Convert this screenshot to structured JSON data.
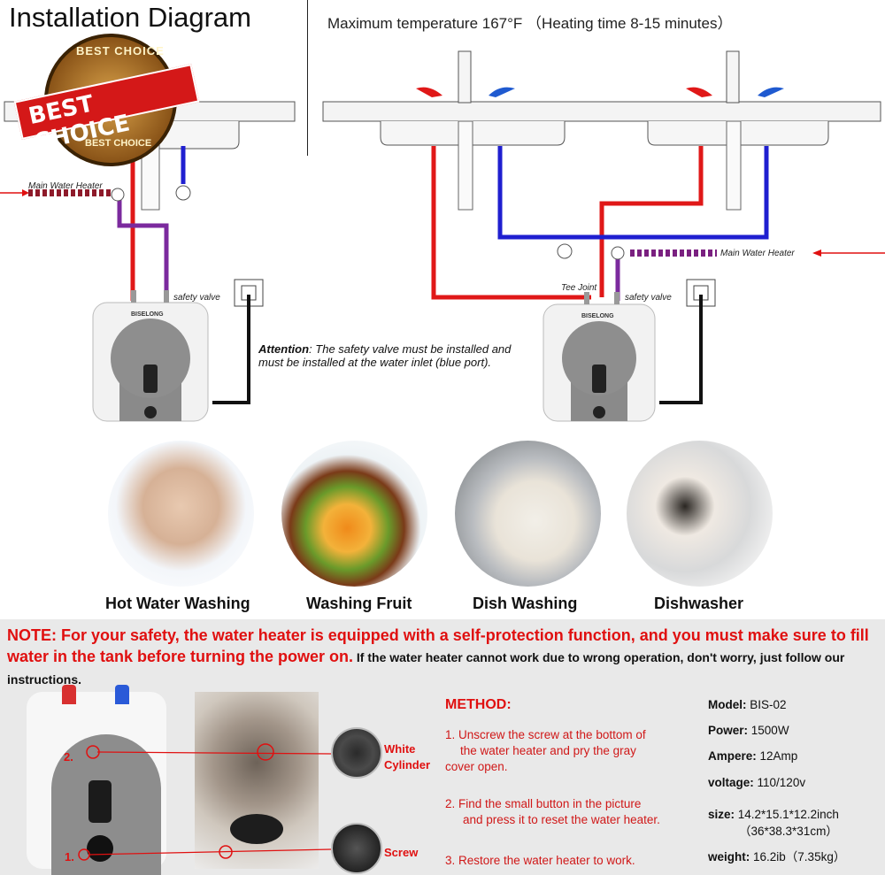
{
  "header": {
    "title": "Installation Diagram",
    "max_temp": "Maximum temperature 167°F （Heating time 8-15 minutes）"
  },
  "badge": {
    "top_text": "BEST CHOICE",
    "banner_text": "BEST CHOICE",
    "bottom_text": "BEST CHOICE"
  },
  "diagram_left": {
    "main_water_heater": "Main Water Heater",
    "safety_valve": "safety valve",
    "brand": "BISELONG"
  },
  "diagram_right": {
    "main_water_heater": "Main Water Heater",
    "tee_joint": "Tee Joint",
    "safety_valve": "safety valve",
    "brand": "BISELONG"
  },
  "attention": {
    "label": "Attention",
    "text": ": The safety valve must be installed and must be installed at the water inlet (blue port)."
  },
  "uses": [
    {
      "label": "Hot Water Washing"
    },
    {
      "label": "Washing Fruit"
    },
    {
      "label": "Dish Washing"
    },
    {
      "label": "Dishwasher"
    }
  ],
  "note": {
    "red": "NOTE: For your safety, the water heater is equipped with a self-protection function, and you must make sure to fill water in the tank before turning the power on.",
    "black": " If the water heater cannot work due to wrong operation, don't worry, just follow our instructions."
  },
  "reset": {
    "marker_1": "1.",
    "marker_2": "2.",
    "white_cylinder": "White Cylinder",
    "screw": "Screw"
  },
  "method": {
    "title": "METHOD:",
    "step1_line1": "1. Unscrew the screw at the bottom of",
    "step1_line2": "the water heater and pry the gray",
    "step1_line3": "cover open.",
    "step2_line1": "2.  Find the small button in the picture",
    "step2_line2": "and press it to reset the water heater.",
    "step3": "3. Restore the water heater to work."
  },
  "specs": {
    "model_label": "Model:",
    "model_value": "BIS-02",
    "power_label": "Power:",
    "power_value": "1500W",
    "ampere_label": "Ampere:",
    "ampere_value": "12Amp",
    "voltage_label": "voltage:",
    "voltage_value": "110/120v",
    "size_label": "size:",
    "size_value": "14.2*15.1*12.2inch",
    "size_metric": "（36*38.3*31cm）",
    "weight_label": "weight:",
    "weight_value": "16.2ib（7.35kg）"
  },
  "colors": {
    "hot_pipe": "#e01818",
    "cold_pipe": "#1f1fd0",
    "inlet_pipe": "#7b2a9e",
    "note_red": "#e01010"
  }
}
